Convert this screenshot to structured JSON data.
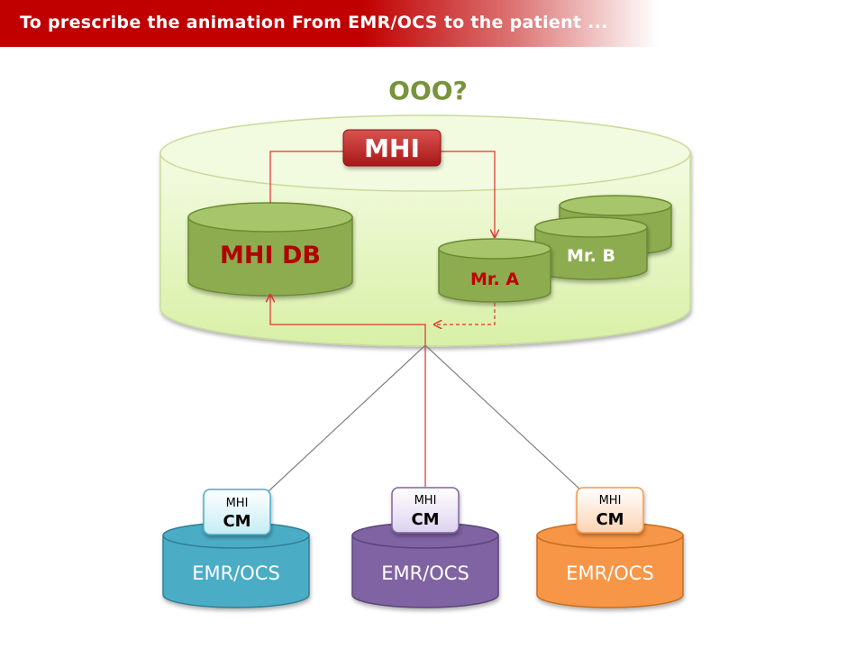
{
  "title": "To prescribe the animation From EMR/OCS to the patient ...",
  "question_label": "OOO?",
  "mhi_label": "MHI",
  "mhi_db_label": "MHI DB",
  "patients": [
    "Mr. A",
    "Mr. B"
  ],
  "emr_systems": [
    {
      "module_top": "MHI",
      "module_bottom": "CM",
      "label": "EMR/OCS",
      "color": "#4bacc6"
    },
    {
      "module_top": "MHI",
      "module_bottom": "CM",
      "label": "EMR/OCS",
      "color": "#8064a2"
    },
    {
      "module_top": "MHI",
      "module_bottom": "CM",
      "label": "EMR/OCS",
      "color": "#f79646"
    }
  ],
  "colors": {
    "title_bar": "#c00000",
    "platform": "#e8f7c5",
    "db_green": "#8cac4f",
    "accent_red": "#c00000",
    "question_green": "#77933c"
  }
}
